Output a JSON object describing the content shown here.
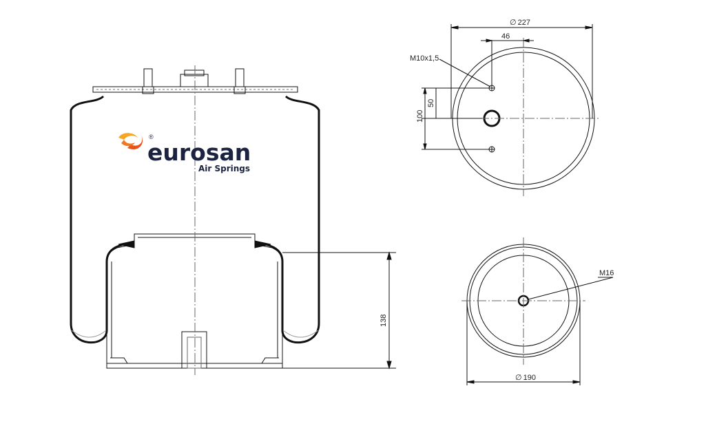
{
  "brand": {
    "name": "eurosan",
    "tagline": "Air Springs",
    "registered": "®",
    "accent": "#f07a22",
    "text_color": "#1c2340"
  },
  "dimensions": {
    "top_diameter": "227",
    "stud_offset": "46",
    "stud_spacing": "100",
    "half_spacing": "50",
    "stud_thread": "M10x1,5",
    "piston_height": "138",
    "bottom_thread": "M16",
    "bottom_diameter": "190",
    "diameter_symbol": "∅"
  }
}
